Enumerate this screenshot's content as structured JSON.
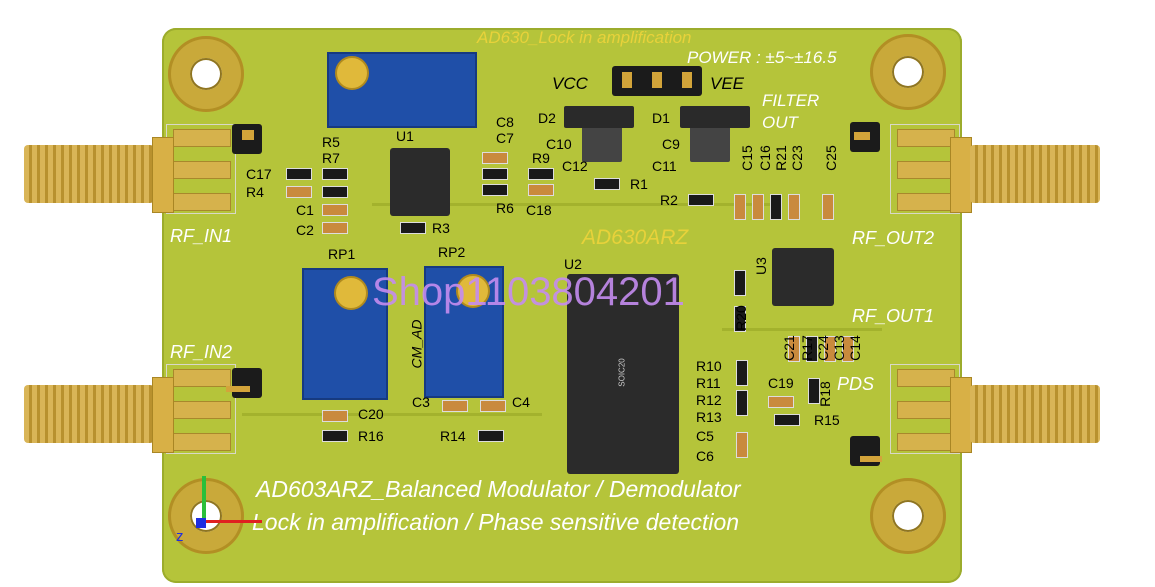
{
  "board": {
    "top_title": "AD630_Lock in amplification",
    "power": "POWER : ±5~±16.5",
    "mid_title": "AD630ARZ",
    "bottom_line1": "AD603ARZ_Balanced Modulator / Demodulator",
    "bottom_line2": "Lock in amplification /  Phase sensitive detection",
    "watermark": "Shop1103804201"
  },
  "connectors": {
    "rf_in1": "RF_IN1",
    "rf_in2": "RF_IN2",
    "rf_out1": "RF_OUT1",
    "rf_out2": "RF_OUT2",
    "filter_out": "FILTER\nOUT",
    "pds": "PDS",
    "vcc": "VCC",
    "vee": "VEE"
  },
  "designators": {
    "u1": "U1",
    "u2": "U2",
    "u3": "U3",
    "rp1": "RP1",
    "rp2": "RP2",
    "cm_adj": "CM_AD",
    "soic": "SOIC20",
    "d1": "D1",
    "d2": "D2",
    "r1": "R1",
    "r2": "R2",
    "r3": "R3",
    "r4": "R4",
    "r5": "R5",
    "r6": "R6",
    "r7": "R7",
    "r9": "R9",
    "r10": "R10",
    "r11": "R11",
    "r12": "R12",
    "r13": "R13",
    "r14": "R14",
    "r15": "R15",
    "r16": "R16",
    "r17": "R17",
    "r18": "R18",
    "r20": "R20",
    "r21": "R21",
    "c1": "C1",
    "c2": "C2",
    "c3": "C3",
    "c4": "C4",
    "c5": "C5",
    "c6": "C6",
    "c7": "C7",
    "c8": "C8",
    "c9": "C9",
    "c10": "C10",
    "c11": "C11",
    "c12": "C12",
    "c13": "C13",
    "c14": "C14",
    "c15": "C15",
    "c16": "C16",
    "c17": "C17",
    "c18": "C18",
    "c19": "C19",
    "c20": "C20",
    "c21": "C21",
    "c23": "C23",
    "c24": "C24",
    "c25": "C25"
  },
  "axis": {
    "z": "z"
  },
  "colors": {
    "pcb": "#b5c43a",
    "silk": "#ffffff",
    "gold": "#c9a93a",
    "pot_blue": "#1f4fa8",
    "watermark": "#c58cf0"
  }
}
